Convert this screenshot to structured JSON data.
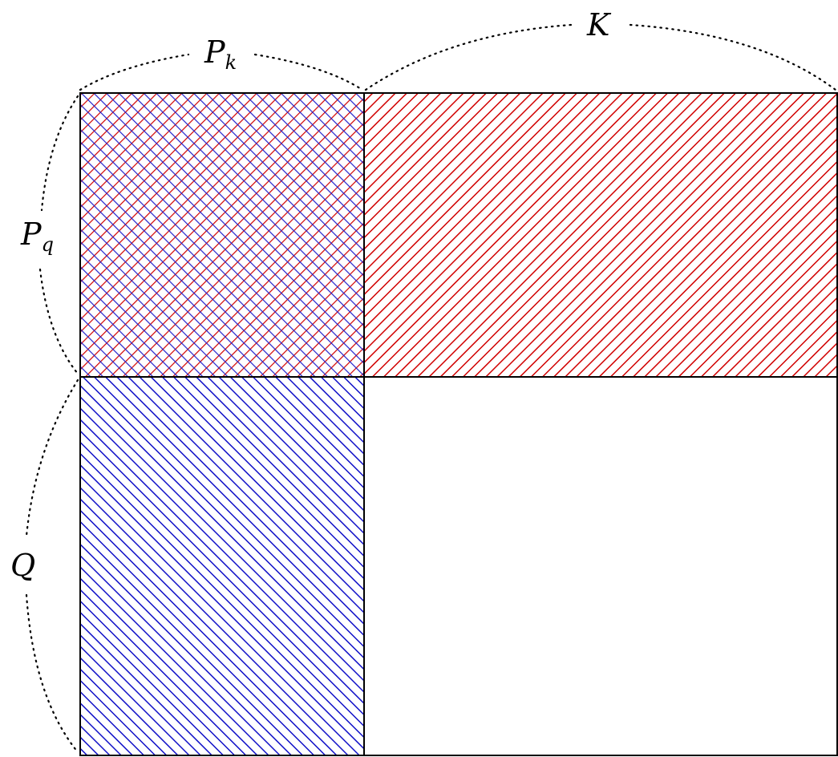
{
  "labels": {
    "pk": {
      "main": "P",
      "sub": "k"
    },
    "k": {
      "main": "K"
    },
    "pq": {
      "main": "P",
      "sub": "q"
    },
    "q": {
      "main": "Q"
    }
  },
  "regions": [
    {
      "name": "pq-pk-block",
      "pattern": "crosshatch",
      "colors": [
        "#d10000",
        "#2222cc"
      ]
    },
    {
      "name": "pq-k-block",
      "pattern": "hatch-forward",
      "colors": [
        "#d10000"
      ]
    },
    {
      "name": "q-pk-block",
      "pattern": "hatch-backward",
      "colors": [
        "#1010c8"
      ]
    },
    {
      "name": "q-k-block",
      "pattern": "none",
      "colors": []
    }
  ],
  "colors": {
    "red": "#d10000",
    "blue": "#1010c8",
    "outline": "#000000"
  }
}
